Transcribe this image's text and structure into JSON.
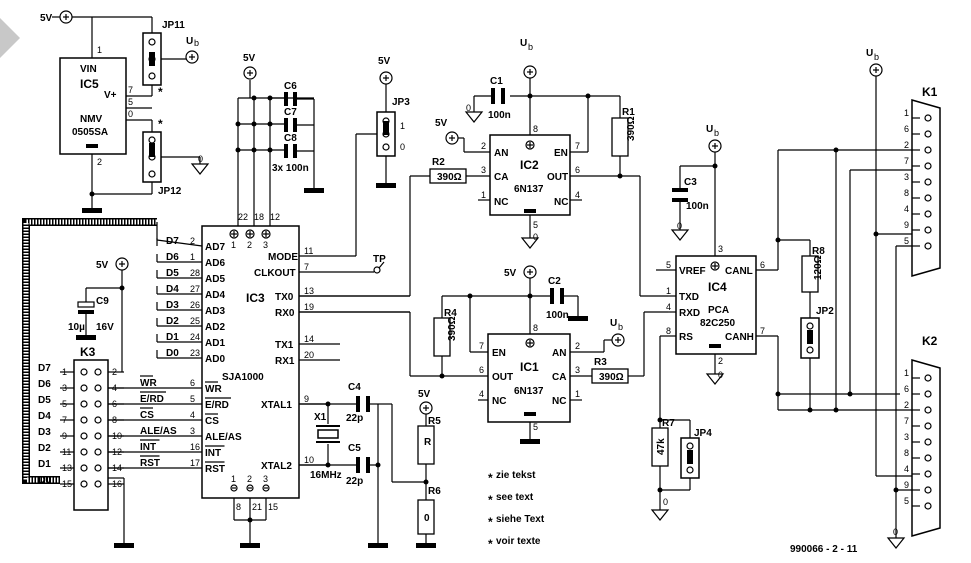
{
  "ic5": {
    "ref": "IC5",
    "part1": "NMV",
    "part2": "0505SA",
    "pin_vin": "VIN",
    "pin_vplus": "V+",
    "pin1": "1",
    "pin7": "7",
    "pin5": "5",
    "pin0": "0",
    "pin2": "2"
  },
  "ic3": {
    "ref": "IC3",
    "part": "SJA1000",
    "left_pins": [
      {
        "label": "AD7",
        "num": "2",
        "bus": "D7"
      },
      {
        "label": "AD6",
        "num": "1",
        "bus": "D6"
      },
      {
        "label": "AD5",
        "num": "28",
        "bus": "D5"
      },
      {
        "label": "AD4",
        "num": "27",
        "bus": "D4"
      },
      {
        "label": "AD3",
        "num": "26",
        "bus": "D3"
      },
      {
        "label": "AD2",
        "num": "25",
        "bus": "D2"
      },
      {
        "label": "AD1",
        "num": "24",
        "bus": "D1"
      },
      {
        "label": "AD0",
        "num": "23",
        "bus": "D0"
      }
    ],
    "ctrl_pins": [
      {
        "label": "WR",
        "num": "6",
        "k3": "4",
        "sig": "WR"
      },
      {
        "label": "E/RD",
        "num": "5",
        "k3": "6",
        "sig": "E/RD"
      },
      {
        "label": "CS",
        "num": "4",
        "k3": "8",
        "sig": "CS"
      },
      {
        "label": "ALE/AS",
        "num": "3",
        "k3": "10",
        "sig": "ALE/AS"
      },
      {
        "label": "INT",
        "num": "16",
        "k3": "12",
        "sig": "INT"
      },
      {
        "label": "RST",
        "num": "17",
        "k3": "14",
        "sig": "RST"
      }
    ],
    "right_pins": [
      {
        "label": "MODE",
        "num": "11"
      },
      {
        "label": "CLKOUT",
        "num": "7"
      },
      {
        "label": "TX0",
        "num": "13"
      },
      {
        "label": "RX0",
        "num": "19"
      },
      {
        "label": "TX1",
        "num": "14"
      },
      {
        "label": "RX1",
        "num": "20"
      },
      {
        "label": "XTAL1",
        "num": "9"
      },
      {
        "label": "XTAL2",
        "num": "10"
      }
    ],
    "top_pins": [
      "22",
      "18",
      "12"
    ],
    "top_inner": [
      "1",
      "2",
      "3"
    ],
    "bot_pins": [
      "8",
      "21",
      "15"
    ],
    "bot_inner": [
      "1",
      "2",
      "3"
    ]
  },
  "k3": {
    "ref": "K3",
    "rows": [
      {
        "sig": "D7",
        "l": "1",
        "r": "2"
      },
      {
        "sig": "D6",
        "l": "3",
        "r": "4"
      },
      {
        "sig": "D5",
        "l": "5",
        "r": "6"
      },
      {
        "sig": "D4",
        "l": "7",
        "r": "8"
      },
      {
        "sig": "D3",
        "l": "9",
        "r": "10"
      },
      {
        "sig": "D2",
        "l": "11",
        "r": "12"
      },
      {
        "sig": "D1",
        "l": "13",
        "r": "14"
      },
      {
        "sig": "D0",
        "l": "15",
        "r": "16"
      }
    ]
  },
  "ic2": {
    "ref": "IC2",
    "part": "6N137",
    "pins": {
      "an": "AN",
      "ca": "CA",
      "nc1": "NC",
      "en": "EN",
      "out": "OUT",
      "nc2": "NC"
    },
    "nums": {
      "p2": "2",
      "p3": "3",
      "p1": "1",
      "p8": "8",
      "p7": "7",
      "p6": "6",
      "p4": "4",
      "p5": "5",
      "p0": "0"
    }
  },
  "ic1": {
    "ref": "IC1",
    "part": "6N137",
    "pins": {
      "en": "EN",
      "out": "OUT",
      "nc1": "NC",
      "an": "AN",
      "ca": "CA",
      "nc2": "NC"
    },
    "nums": {
      "p7": "7",
      "p6": "6",
      "p4": "4",
      "p8": "8",
      "p2": "2",
      "p3": "3",
      "p1": "1",
      "p5": "5"
    }
  },
  "ic4": {
    "ref": "IC4",
    "part1": "PCA",
    "part2": "82C250",
    "pins": [
      {
        "label": "VREF",
        "num": "5"
      },
      {
        "label": "TXD",
        "num": "1"
      },
      {
        "label": "RXD",
        "num": "4"
      },
      {
        "label": "RS",
        "num": "8"
      },
      {
        "label": "CANL",
        "num": "6"
      },
      {
        "label": "CANH",
        "num": "7"
      }
    ],
    "p3": "3",
    "p2": "2",
    "p0": "0"
  },
  "components": {
    "c1": {
      "ref": "C1",
      "val": "100n"
    },
    "c2": {
      "ref": "C2",
      "val": "100n"
    },
    "c3": {
      "ref": "C3",
      "val": "100n"
    },
    "c4": {
      "ref": "C4",
      "val": "22p"
    },
    "c5": {
      "ref": "C5",
      "val": "22p"
    },
    "c6": "C6",
    "c7": "C7",
    "c8": "C8",
    "c678val": "3x 100n",
    "c9": {
      "ref": "C9",
      "val1": "10µ",
      "val2": "16V"
    },
    "r1": {
      "ref": "R1",
      "val": "390Ω"
    },
    "r2": {
      "ref": "R2",
      "val": "390Ω"
    },
    "r3": {
      "ref": "R3",
      "val": "390Ω"
    },
    "r4": {
      "ref": "R4",
      "val": "390Ω"
    },
    "r5": {
      "ref": "R5",
      "val": "R"
    },
    "r6": {
      "ref": "R6",
      "val": "0"
    },
    "r7": {
      "ref": "R7",
      "val": "47k"
    },
    "r8": {
      "ref": "R8",
      "val": "120Ω"
    },
    "x1": {
      "ref": "X1",
      "val": "16MHz"
    },
    "jp11": "JP11",
    "jp12": "JP12",
    "jp3": "JP3",
    "jp2": "JP2",
    "jp4": "JP4",
    "jp3_1": "1",
    "jp3_0": "0",
    "jp12_0": "0",
    "jp4_0": "0",
    "tp": "TP"
  },
  "supplies": {
    "v5": "5V",
    "ub": "U",
    "ub_sub": "b",
    "gnd0": "0"
  },
  "connectors": {
    "k1": "K1",
    "k2": "K2",
    "db9": [
      "1",
      "6",
      "2",
      "7",
      "3",
      "8",
      "4",
      "9",
      "5"
    ]
  },
  "notes": [
    "zie tekst",
    "see text",
    "siehe Text",
    "voir texte"
  ],
  "star": "*",
  "figure_id": "990066 - 2 - 11"
}
